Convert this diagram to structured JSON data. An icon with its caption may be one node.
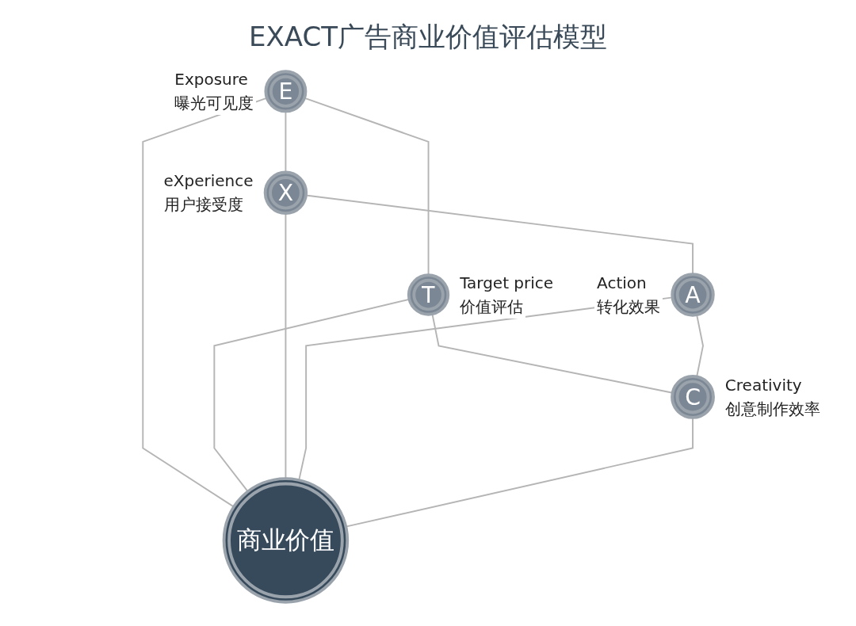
{
  "diagram": {
    "title": "EXACT广告商业价值评估模型",
    "nodes": [
      {
        "text": [
          "E"
        ],
        "beside": [
          "Exposure",
          "曝光可见度"
        ]
      },
      {
        "text": [
          "T"
        ],
        "beside": [
          "Target price",
          "价值评估"
        ]
      },
      {
        "text": [
          "商业价值"
        ]
      },
      {
        "text": [
          "X"
        ],
        "beside": [
          "eXperience",
          "用户接受度"
        ]
      },
      {
        "text": [
          "C"
        ],
        "beside": [
          "Creativity",
          "创意制作效率"
        ]
      },
      {
        "text": [
          "A"
        ],
        "beside": [
          "Action",
          "转化效果"
        ]
      }
    ],
    "edges": [
      {
        "from": 0,
        "to": 1,
        "arrow": "none"
      },
      {
        "from": 0,
        "to": 2,
        "arrow": "none"
      },
      {
        "from": 0,
        "to": 3,
        "arrow": "none"
      },
      {
        "from": 1,
        "to": 2,
        "arrow": "none"
      },
      {
        "from": 1,
        "to": 4,
        "arrow": "none"
      },
      {
        "from": 3,
        "to": 2,
        "arrow": "none"
      },
      {
        "from": 3,
        "to": 5,
        "arrow": "none"
      },
      {
        "from": 5,
        "to": 2,
        "arrow": "none"
      },
      {
        "from": 5,
        "to": 4,
        "arrow": "none"
      },
      {
        "from": 4,
        "to": 2,
        "arrow": "none"
      }
    ]
  }
}
